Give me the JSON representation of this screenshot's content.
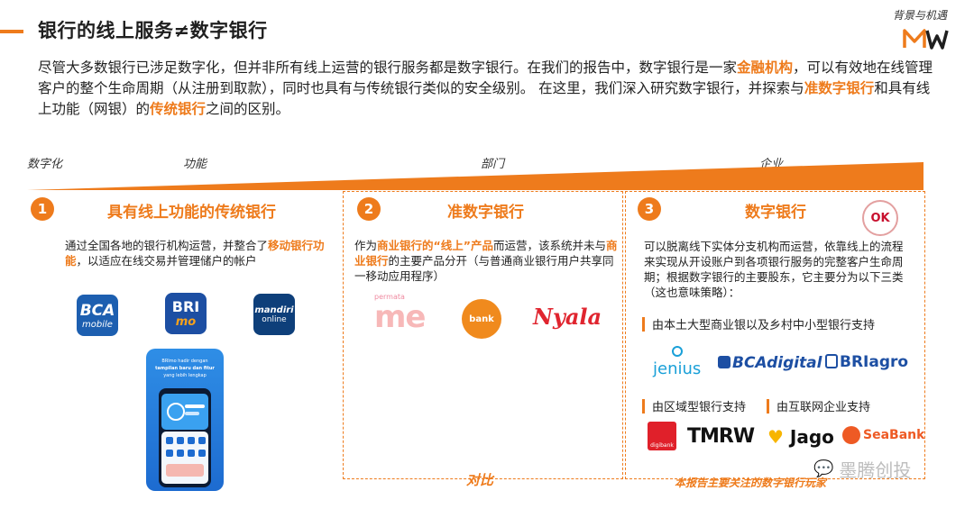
{
  "header": {
    "title": "银行的线上服务≠数字银行",
    "tag": "背景与机遇",
    "logo_text": "MW"
  },
  "intro": {
    "part1": "尽管大多数银行已涉足数字化，但并非所有线上运营的银行服务都是数字银行。在我们的报告中，数字银行是一家",
    "hl1": "金融机构",
    "part2": "，可以有效地在线管理客户的整个生命周期（从注册到取款），同时也具有与传统银行类似的安全级别。 在这里，我们深入研究数字银行，并探索与",
    "hl2": "准数字银行",
    "part3": "和具有线上功能（网银）的",
    "hl3": "传统银行",
    "part4": "之间的区别。"
  },
  "axis": {
    "labels": [
      "数字化",
      "功能",
      "部门",
      "企业"
    ]
  },
  "columns": [
    {
      "number": "1",
      "title": "具有线上功能的传统银行",
      "desc_a": "通过全国各地的银行机构运营，并整合了",
      "desc_hl": "移动银行功能",
      "desc_b": "，以适应在线交易并管理储户的帐户",
      "apps": [
        {
          "line1": "BCA",
          "line2": "mobile",
          "color": "#1d5fb0"
        },
        {
          "line1": "BRI",
          "line2": "mo",
          "color": "#1d4fa3"
        },
        {
          "line1": "mandiri",
          "line2": "online",
          "color": "#0e3f7a"
        }
      ],
      "phone": {
        "line1": "BRImo hadir dengan",
        "line2": "tampilan baru dan fitur",
        "line3": "yang lebih lengkap"
      }
    },
    {
      "number": "2",
      "title": "准数字银行",
      "desc_a": "作为",
      "desc_hl1": "商业银行的“线上”产品",
      "desc_b": "而运营，该系统并未与",
      "desc_hl2": "商业银行",
      "desc_c": "的主要产品分开（与普通商业银行用户共享同一移动应用程序）",
      "brands": [
        "permata",
        "me",
        "bank",
        "Nyala"
      ]
    },
    {
      "number": "3",
      "title": "数字银行",
      "badge": "OK",
      "desc": "可以脱离线下实体分支机构而运营，依靠线上的流程来实现从开设账户到各项银行服务的完整客户生命周期；根据数字银行的主要股东，它主要分为以下三类（这也意味策略）：",
      "group1": {
        "head": "由本土大型商业银以及乡村中小型银行支持",
        "brands": [
          "jenius",
          "BCAdigital",
          "BRIagro"
        ]
      },
      "group2": {
        "head": "由区域型银行支持",
        "brands": [
          "digibank",
          "TMRW"
        ]
      },
      "group3": {
        "head": "由互联网企业支持",
        "brands": [
          "Jago",
          "SeaBank"
        ]
      }
    }
  ],
  "footer": {
    "compare": "对比",
    "focus": "本报告主要关注的数字银行玩家",
    "watermark": "墨腾创投"
  },
  "colors": {
    "accent": "#ee7b1c",
    "navy": "#1d4fa3"
  }
}
